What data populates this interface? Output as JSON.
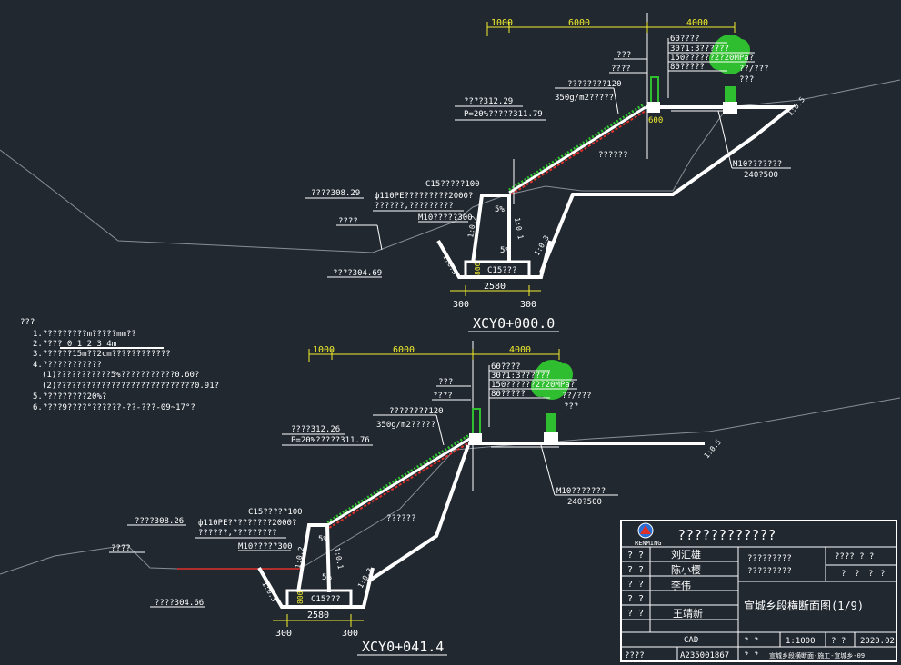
{
  "colors": {
    "background": "#212830",
    "structure": "#ffffff",
    "dimension": "#f2ee2c",
    "grass": "#2fbe2f",
    "geotextile": "#e0302a",
    "ground": "#8a8f96"
  },
  "section_a": {
    "title": "XCY0+000.0",
    "dims_top": [
      "1000",
      "6000",
      "4000"
    ],
    "dims_bottom": [
      "300",
      "2580",
      "300"
    ],
    "dim_600": "600",
    "tree_notes": [
      "60????",
      "30?1:3??????",
      "150??????2?20MPa?",
      "80?????"
    ],
    "label_tree_right": "??/???",
    "label_tree_right2": "???",
    "label_post1": "???",
    "label_post2": "????",
    "label_mat1": "????????120",
    "label_mat2": "350g/m2?????",
    "elev_top": "????312.29",
    "elev_p": "P=20%?????311.79",
    "elev_mid": "????308.29",
    "elev_bot": "????304.69",
    "label_ground": "????",
    "label_pipe": "C15?????100",
    "label_pe1": "ф110PE?????????2000?",
    "label_pe2": "??????,?????????",
    "label_mortar": "M10?????300",
    "label_slope_face": "??????",
    "label_m10": "M10???????",
    "label_m10b": "240?500",
    "label_c15": "C15???",
    "pct1": "5%",
    "pct2": "5%",
    "ratio1": "1:0.2",
    "ratio2": "1:0.1",
    "ratio3": "1:0.3",
    "ratio4": "1:0.3",
    "ratio5": "1:0.5",
    "dim_800": "800"
  },
  "section_b": {
    "title": "XCY0+041.4",
    "dims_top": [
      "1000",
      "6000",
      "4000"
    ],
    "dims_bottom": [
      "300",
      "2580",
      "300"
    ],
    "tree_notes": [
      "60????",
      "30?1:3??????",
      "150??????2?20MPa?",
      "80?????"
    ],
    "label_tree_right": "??/???",
    "label_tree_right2": "???",
    "label_post1": "???",
    "label_post2": "????",
    "label_mat1": "????????120",
    "label_mat2": "350g/m2?????",
    "elev_top": "????312.26",
    "elev_p": "P=20%?????311.76",
    "elev_mid": "????308.26",
    "elev_bot": "????304.66",
    "label_ground": "????",
    "label_pipe": "C15?????100",
    "label_pe1": "ф110PE?????????2000?",
    "label_pe2": "??????,?????????",
    "label_mortar": "M10?????300",
    "label_slope_face": "??????",
    "label_m10": "M10???????",
    "label_m10b": "240?500",
    "label_c15": "C15???",
    "pct1": "5%",
    "pct2": "5%",
    "ratio1": "1:0.2",
    "ratio2": "1:0.1",
    "ratio3": "1:0.3",
    "ratio4": "1:0.3",
    "ratio5": "1:0.5",
    "dim_800": "800"
  },
  "notes": {
    "heading": "???",
    "lines": [
      "1.?????????m?????mm??",
      "2.???? 0    1    2    3    4m",
      "3.??????15m??2cm????????????",
      "4.????????????",
      "(1)???????????5%???????????0.60?",
      "(2)????????????????????????????0.91?",
      "5.?????????20%?",
      "6.????9????°??????-??-???-09~17°?"
    ]
  },
  "title_block": {
    "logo_text": "RENMING",
    "company": "????????????",
    "row1_labels": [
      "? ?",
      "? ?",
      "? ?",
      "? ?"
    ],
    "signatures": [
      "刘汇雄",
      "陈小樱",
      "李伟",
      "王靖新"
    ],
    "project1": "?????????",
    "project2": "?????????",
    "stage_label": "????  ? ?",
    "stage_vals": [
      "?",
      "?",
      "?",
      "?"
    ],
    "drawing_title": "宣城乡段横断面图(1/9)",
    "cad": "CAD",
    "scale_label": "? ?",
    "scale": "1:1000",
    "date_label": "? ?",
    "date": "2020.02",
    "no_label": "????",
    "no": "A235001867",
    "sheet_label": "? ?",
    "sheet": "宣城乡段横断面-施工-宣城乡-09"
  }
}
